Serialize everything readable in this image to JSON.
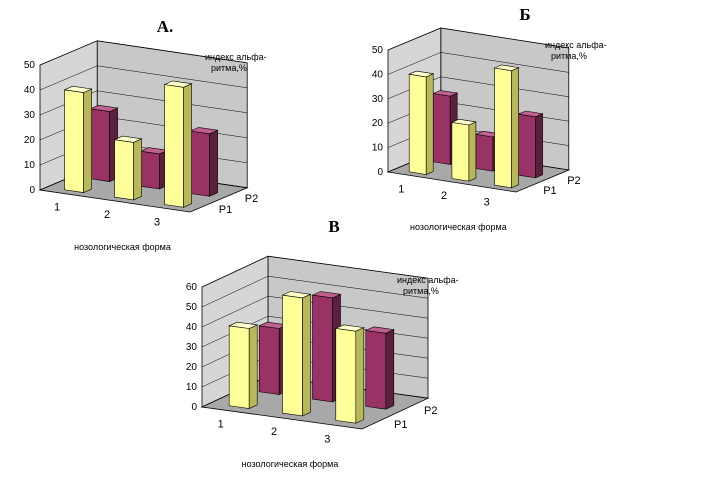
{
  "chart_data": [
    {
      "type": "bar",
      "title": "А.",
      "categories": [
        "1",
        "2",
        "3"
      ],
      "series": [
        {
          "name": "Р1",
          "color": "#ffff99",
          "values": [
            40,
            23,
            48
          ]
        },
        {
          "name": "Р2",
          "color": "#993366",
          "values": [
            28,
            14,
            25
          ]
        }
      ],
      "ylim": [
        0,
        50
      ],
      "yticks": [
        "0",
        "10",
        "20",
        "30",
        "40",
        "50"
      ],
      "xlabel": "нозологическая форма",
      "zlabel": [
        "индекс альфа-",
        "ритма,%"
      ]
    },
    {
      "type": "bar",
      "title": "Б",
      "categories": [
        "1",
        "2",
        "3"
      ],
      "series": [
        {
          "name": "Р1",
          "color": "#ffff99",
          "values": [
            40,
            23,
            48
          ]
        },
        {
          "name": "Р2",
          "color": "#993366",
          "values": [
            28,
            14,
            25
          ]
        }
      ],
      "ylim": [
        0,
        50
      ],
      "yticks": [
        "0",
        "10",
        "20",
        "30",
        "40",
        "50"
      ],
      "xlabel": "нозологическая форма",
      "zlabel": [
        "индекс альфа-",
        "ритма,%"
      ]
    },
    {
      "type": "bar",
      "title": "В",
      "categories": [
        "1",
        "2",
        "3"
      ],
      "series": [
        {
          "name": "Р1",
          "color": "#ffff99",
          "values": [
            40,
            59,
            46
          ]
        },
        {
          "name": "Р2",
          "color": "#993366",
          "values": [
            33,
            52,
            38
          ]
        }
      ],
      "ylim": [
        0,
        60
      ],
      "yticks": [
        "0",
        "10",
        "20",
        "30",
        "40",
        "50",
        "60"
      ],
      "xlabel": "нозологическая форма",
      "zlabel": [
        "индекс альфа-",
        "ритма,%"
      ]
    }
  ],
  "colors": {
    "p1_front": "#ffff99",
    "p1_side": "#b8b85a",
    "p1_top": "#ffffcc",
    "p2_front": "#993366",
    "p2_side": "#5c1f3d",
    "p2_top": "#c06090",
    "wall": "#c8c8c8",
    "floor": "#a8a8a8"
  }
}
